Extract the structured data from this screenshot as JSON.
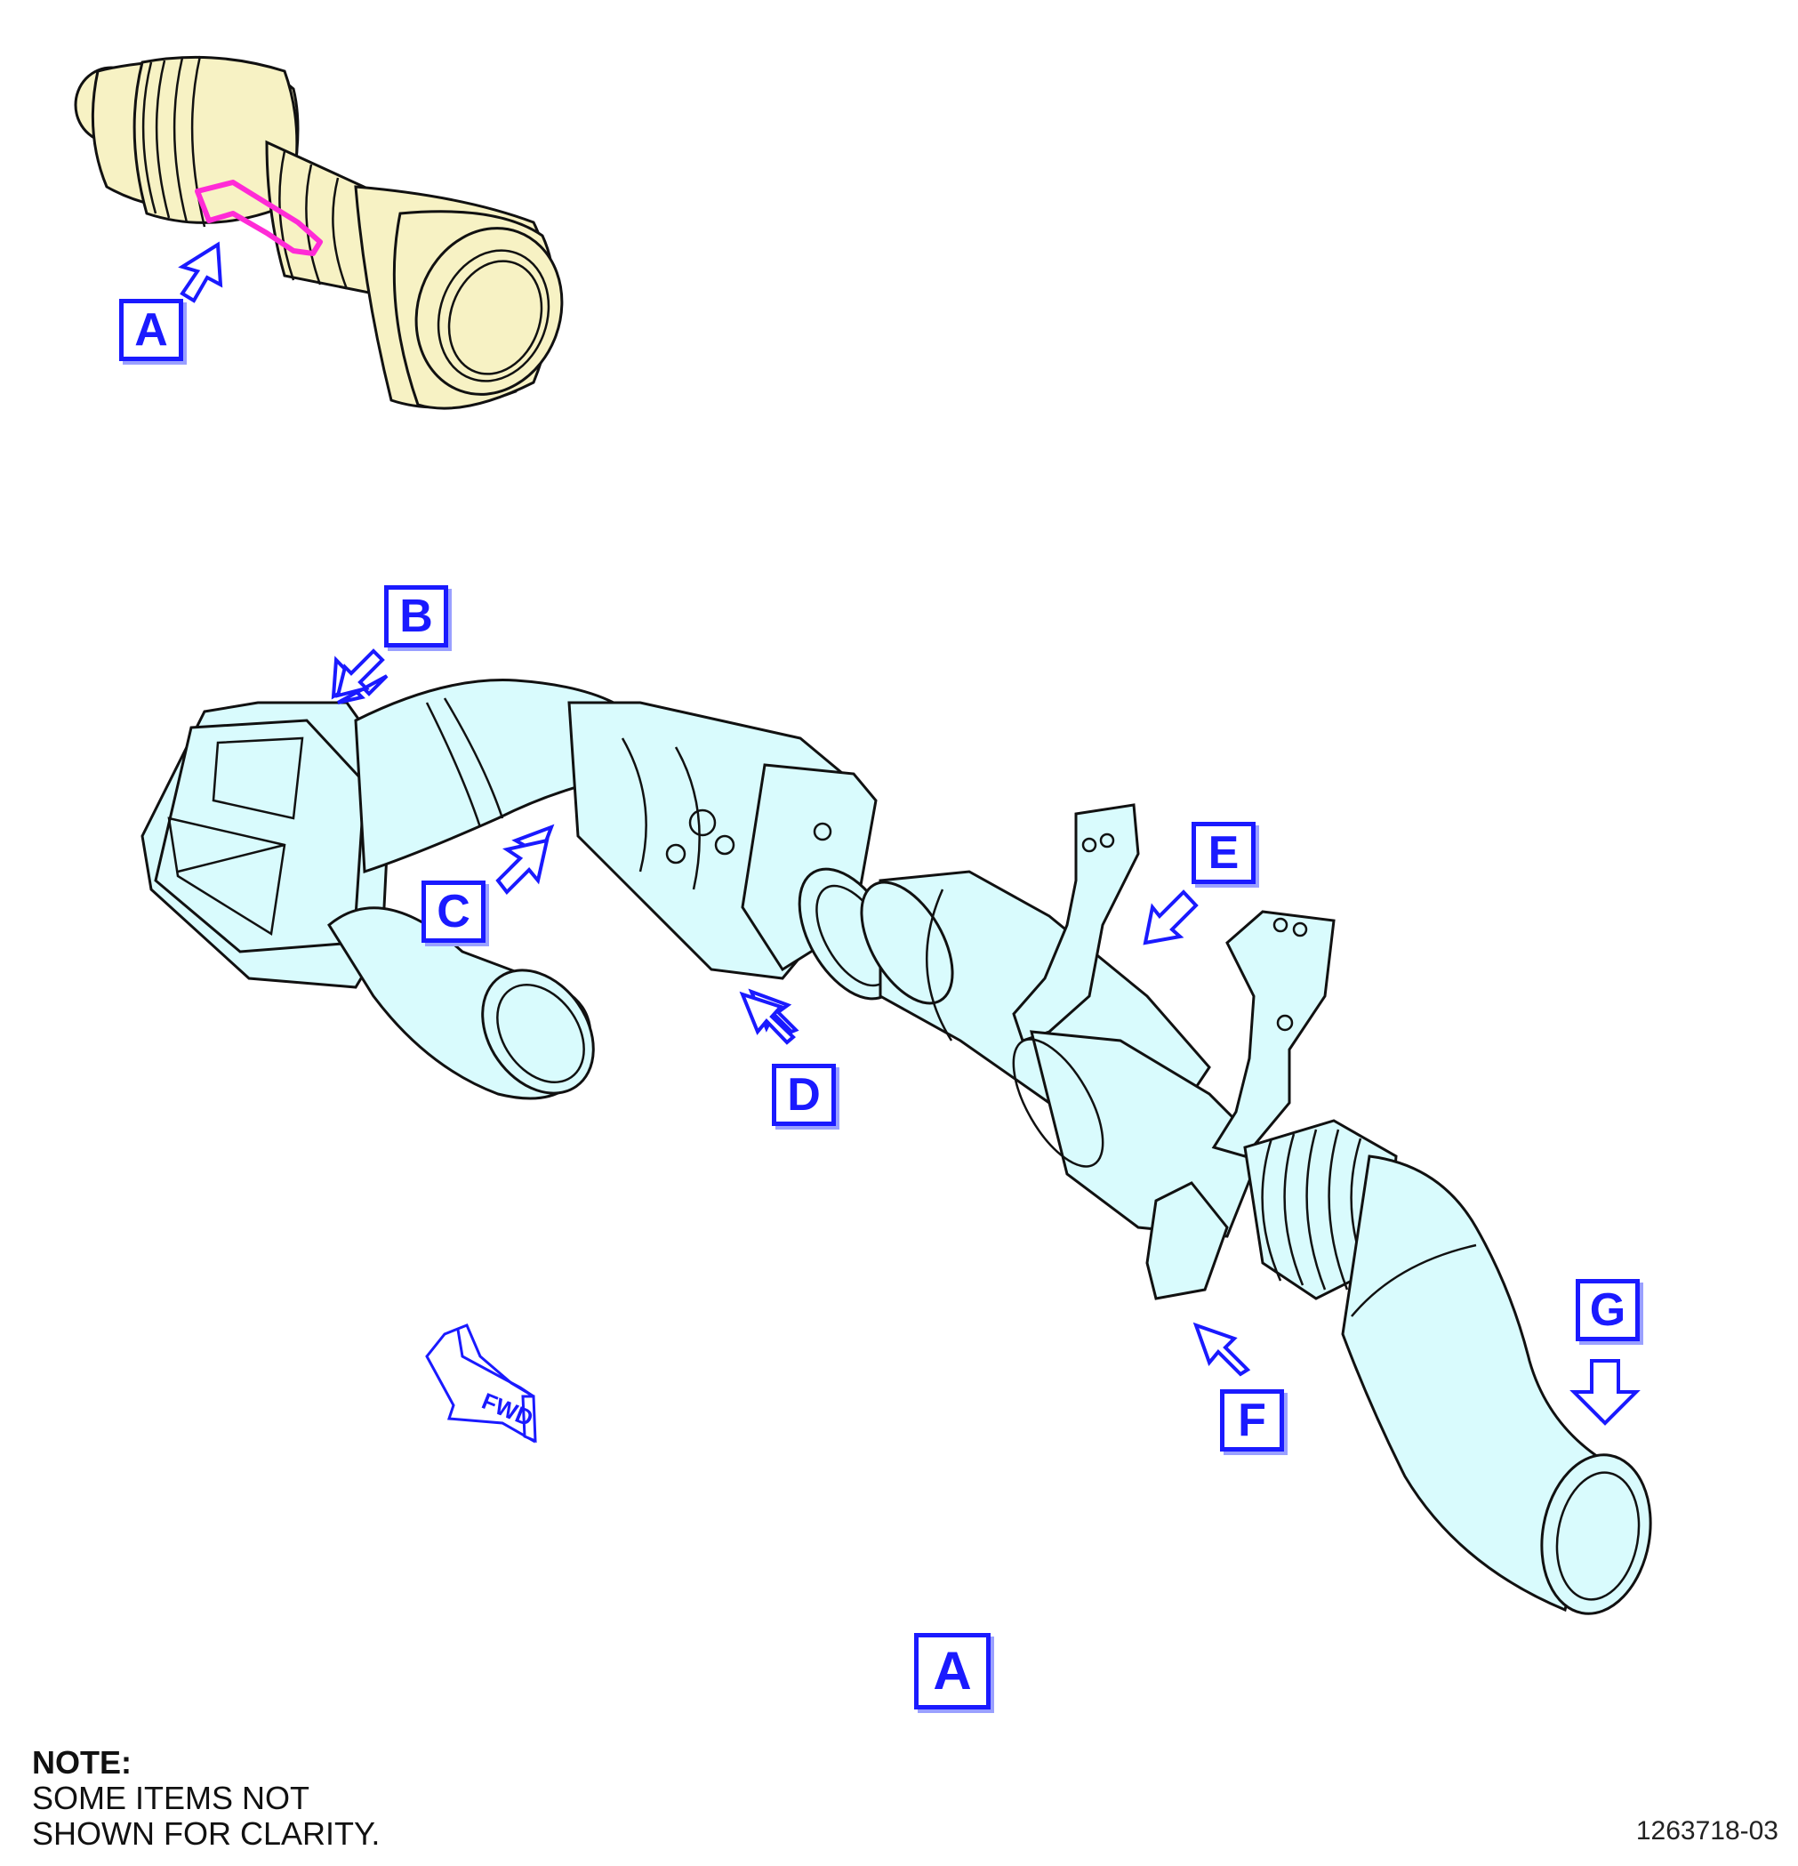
{
  "callouts": {
    "a_top": "A",
    "b": "B",
    "c": "C",
    "d": "D",
    "e": "E",
    "f": "F",
    "g": "G",
    "a_bottom": "A"
  },
  "fwd_label": "FWD",
  "note": {
    "heading": "NOTE:",
    "line1": "SOME ITEMS NOT",
    "line2": "SHOWN FOR CLARITY."
  },
  "figure_id": "1263718-03",
  "colors": {
    "engine_fill": "#f7f2c4",
    "duct_fill": "#d9fbfd",
    "highlight": "#ff2bd6",
    "callout_blue": "#1a1aff",
    "outline": "#111111"
  },
  "icons": [
    "arrow-icon",
    "fwd-arrow-icon"
  ]
}
